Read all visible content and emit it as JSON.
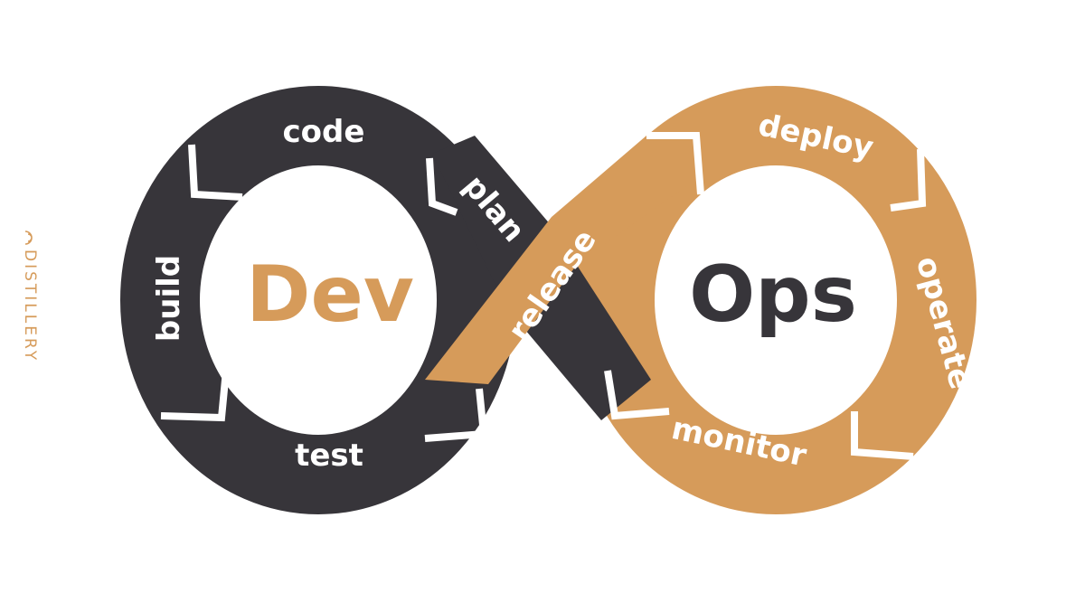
{
  "title": {
    "left": "Dev",
    "right": "Ops"
  },
  "stages": {
    "code": "code",
    "plan": "plan",
    "build": "build",
    "test": "test",
    "release": "release",
    "deploy": "deploy",
    "operate": "operate",
    "monitor": "monitor"
  },
  "logo": {
    "text": "DISTILLERY"
  },
  "colors": {
    "dark": "#37353a",
    "accent": "#d69b5a"
  }
}
